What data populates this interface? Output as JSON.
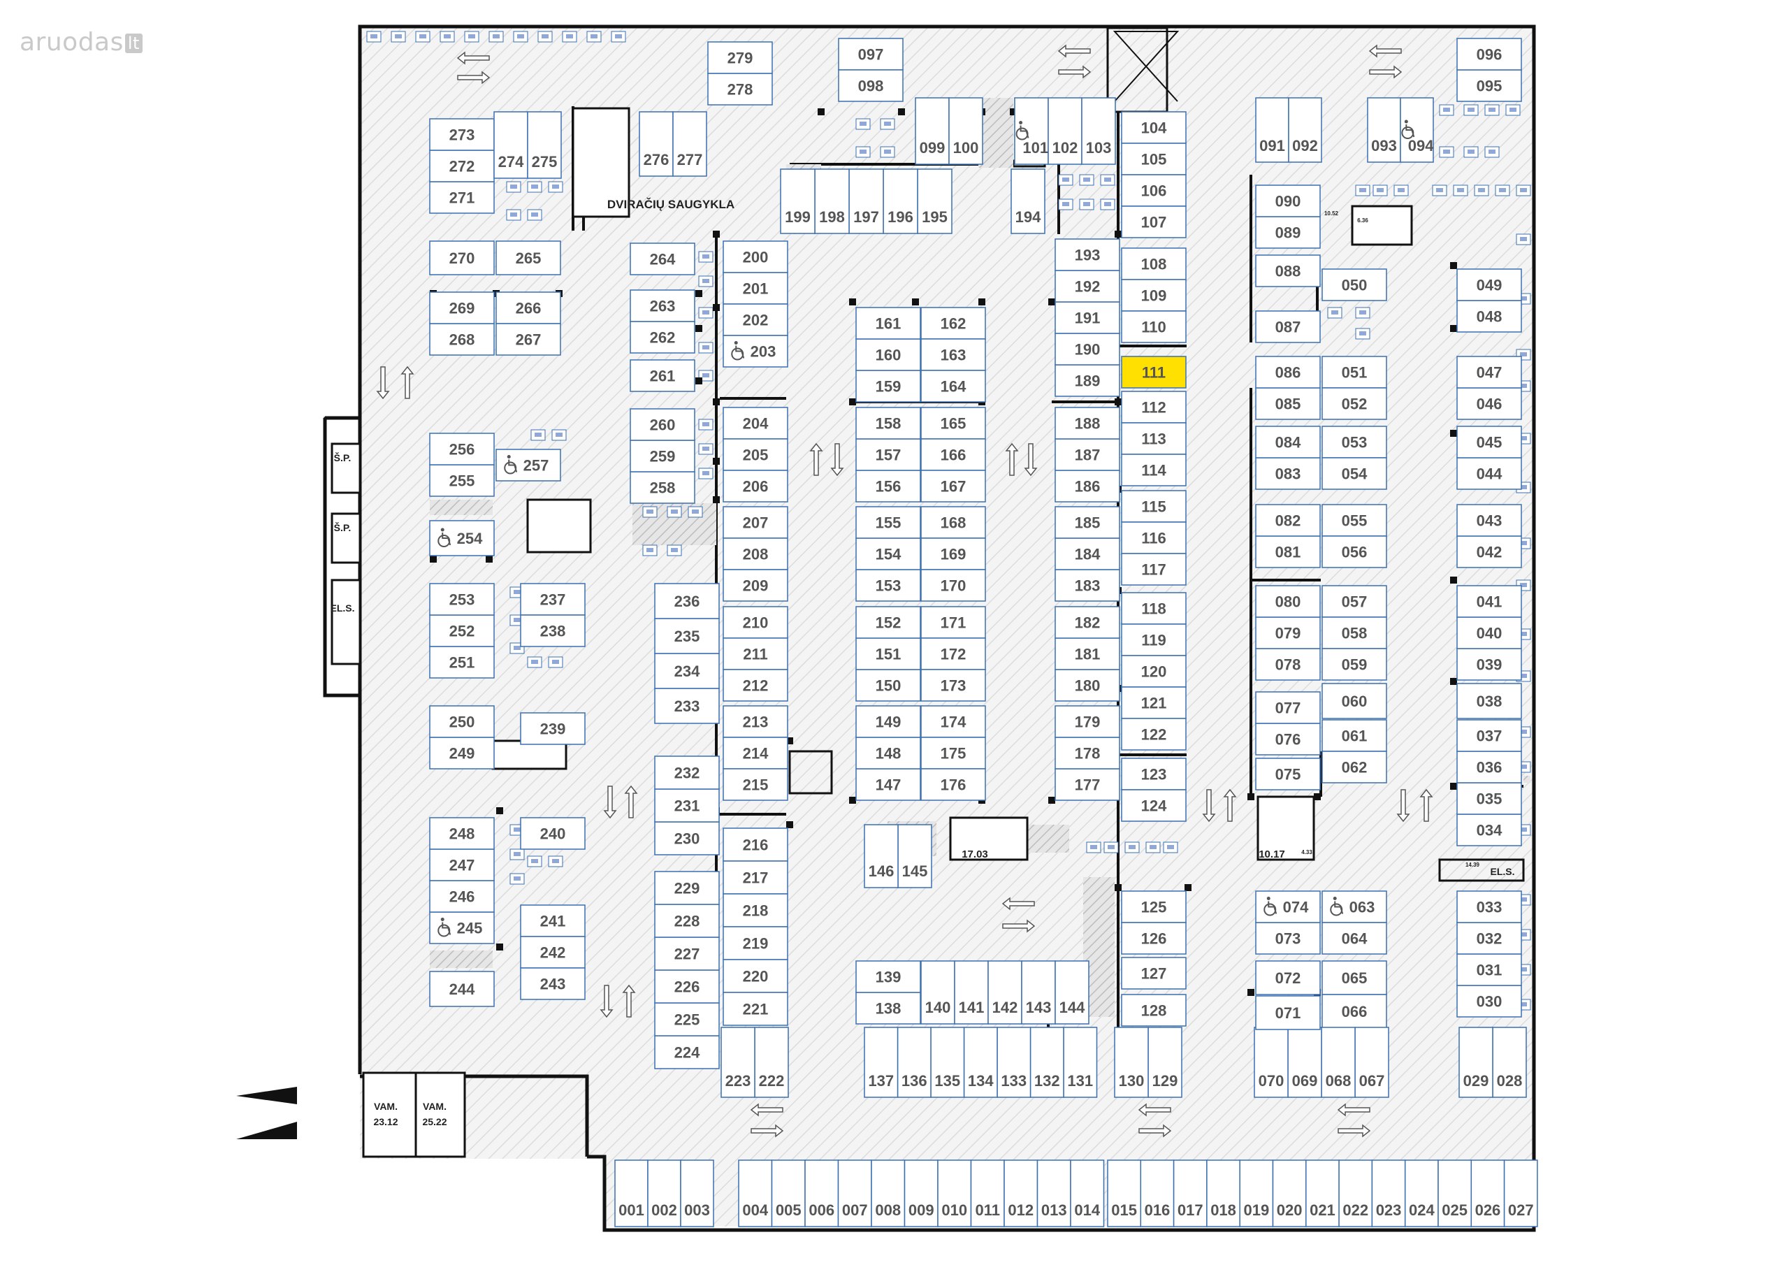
{
  "logo": {
    "text": "aruodas",
    "badge": "lt"
  },
  "colors": {
    "highlight": "#ffe000",
    "spot_border": "#3a6fb0",
    "wall": "#111111",
    "floor": "#f3f3f3"
  },
  "icons": {
    "accessible": "wheelchair-icon",
    "direction": "arrow-icon",
    "storage": "storage-box-icon"
  },
  "highlighted_spot": "111",
  "labels": {
    "bike_storage": "DVIRAČIŲ SAUGYKLA",
    "sp1": "Š.P.",
    "sp2": "Š.P.",
    "els1": "EL.S.",
    "els2": "EL.S.",
    "vam1": "VAM.",
    "vam1_val": "23.12",
    "vam2": "VAM.",
    "vam2_val": "25.22",
    "room_1703": "17.03",
    "room_1017": "10.17",
    "small_1052": "10.52",
    "small_636": "6.36",
    "small_433": "4.33",
    "small_1439": "14.39"
  },
  "spots": [
    {
      "n": "001"
    },
    {
      "n": "002"
    },
    {
      "n": "003"
    },
    {
      "n": "004"
    },
    {
      "n": "005"
    },
    {
      "n": "006"
    },
    {
      "n": "007"
    },
    {
      "n": "008"
    },
    {
      "n": "009"
    },
    {
      "n": "010"
    },
    {
      "n": "011"
    },
    {
      "n": "012"
    },
    {
      "n": "013"
    },
    {
      "n": "014"
    },
    {
      "n": "015"
    },
    {
      "n": "016"
    },
    {
      "n": "017"
    },
    {
      "n": "018"
    },
    {
      "n": "019"
    },
    {
      "n": "020"
    },
    {
      "n": "021"
    },
    {
      "n": "022"
    },
    {
      "n": "023"
    },
    {
      "n": "024"
    },
    {
      "n": "025"
    },
    {
      "n": "026"
    },
    {
      "n": "027"
    },
    {
      "n": "028"
    },
    {
      "n": "029"
    },
    {
      "n": "030"
    },
    {
      "n": "031"
    },
    {
      "n": "032"
    },
    {
      "n": "033"
    },
    {
      "n": "034"
    },
    {
      "n": "035"
    },
    {
      "n": "036"
    },
    {
      "n": "037"
    },
    {
      "n": "038"
    },
    {
      "n": "039"
    },
    {
      "n": "040"
    },
    {
      "n": "041"
    },
    {
      "n": "042"
    },
    {
      "n": "043"
    },
    {
      "n": "044"
    },
    {
      "n": "045"
    },
    {
      "n": "046"
    },
    {
      "n": "047"
    },
    {
      "n": "048"
    },
    {
      "n": "049"
    },
    {
      "n": "050"
    },
    {
      "n": "051"
    },
    {
      "n": "052"
    },
    {
      "n": "053"
    },
    {
      "n": "054"
    },
    {
      "n": "055"
    },
    {
      "n": "056"
    },
    {
      "n": "057"
    },
    {
      "n": "058"
    },
    {
      "n": "059"
    },
    {
      "n": "060"
    },
    {
      "n": "061"
    },
    {
      "n": "062"
    },
    {
      "n": "063",
      "accessible": true
    },
    {
      "n": "064"
    },
    {
      "n": "065"
    },
    {
      "n": "066"
    },
    {
      "n": "067"
    },
    {
      "n": "068"
    },
    {
      "n": "069"
    },
    {
      "n": "070"
    },
    {
      "n": "071"
    },
    {
      "n": "072"
    },
    {
      "n": "073"
    },
    {
      "n": "074",
      "accessible": true
    },
    {
      "n": "075"
    },
    {
      "n": "076"
    },
    {
      "n": "077"
    },
    {
      "n": "078"
    },
    {
      "n": "079"
    },
    {
      "n": "080"
    },
    {
      "n": "081"
    },
    {
      "n": "082"
    },
    {
      "n": "083"
    },
    {
      "n": "084"
    },
    {
      "n": "085"
    },
    {
      "n": "086"
    },
    {
      "n": "087"
    },
    {
      "n": "088"
    },
    {
      "n": "089"
    },
    {
      "n": "090"
    },
    {
      "n": "091"
    },
    {
      "n": "092"
    },
    {
      "n": "093"
    },
    {
      "n": "094",
      "accessible": true
    },
    {
      "n": "095"
    },
    {
      "n": "096"
    },
    {
      "n": "097"
    },
    {
      "n": "098"
    },
    {
      "n": "099"
    },
    {
      "n": "100"
    },
    {
      "n": "101",
      "accessible": true
    },
    {
      "n": "102"
    },
    {
      "n": "103"
    },
    {
      "n": "104"
    },
    {
      "n": "105"
    },
    {
      "n": "106"
    },
    {
      "n": "107"
    },
    {
      "n": "108"
    },
    {
      "n": "109"
    },
    {
      "n": "110"
    },
    {
      "n": "111"
    },
    {
      "n": "112"
    },
    {
      "n": "113"
    },
    {
      "n": "114"
    },
    {
      "n": "115"
    },
    {
      "n": "116"
    },
    {
      "n": "117"
    },
    {
      "n": "118"
    },
    {
      "n": "119"
    },
    {
      "n": "120"
    },
    {
      "n": "121"
    },
    {
      "n": "122"
    },
    {
      "n": "123"
    },
    {
      "n": "124"
    },
    {
      "n": "125"
    },
    {
      "n": "126"
    },
    {
      "n": "127"
    },
    {
      "n": "128"
    },
    {
      "n": "129"
    },
    {
      "n": "130"
    },
    {
      "n": "131"
    },
    {
      "n": "132"
    },
    {
      "n": "133"
    },
    {
      "n": "134"
    },
    {
      "n": "135"
    },
    {
      "n": "136"
    },
    {
      "n": "137"
    },
    {
      "n": "138"
    },
    {
      "n": "139"
    },
    {
      "n": "140"
    },
    {
      "n": "141"
    },
    {
      "n": "142"
    },
    {
      "n": "143"
    },
    {
      "n": "144"
    },
    {
      "n": "145"
    },
    {
      "n": "146"
    },
    {
      "n": "147"
    },
    {
      "n": "148"
    },
    {
      "n": "149"
    },
    {
      "n": "150"
    },
    {
      "n": "151"
    },
    {
      "n": "152"
    },
    {
      "n": "153"
    },
    {
      "n": "154"
    },
    {
      "n": "155"
    },
    {
      "n": "156"
    },
    {
      "n": "157"
    },
    {
      "n": "158"
    },
    {
      "n": "159"
    },
    {
      "n": "160"
    },
    {
      "n": "161"
    },
    {
      "n": "162"
    },
    {
      "n": "163"
    },
    {
      "n": "164"
    },
    {
      "n": "165"
    },
    {
      "n": "166"
    },
    {
      "n": "167"
    },
    {
      "n": "168"
    },
    {
      "n": "169"
    },
    {
      "n": "170"
    },
    {
      "n": "171"
    },
    {
      "n": "172"
    },
    {
      "n": "173"
    },
    {
      "n": "174"
    },
    {
      "n": "175"
    },
    {
      "n": "176"
    },
    {
      "n": "177"
    },
    {
      "n": "178"
    },
    {
      "n": "179"
    },
    {
      "n": "180"
    },
    {
      "n": "181"
    },
    {
      "n": "182"
    },
    {
      "n": "183"
    },
    {
      "n": "184"
    },
    {
      "n": "185"
    },
    {
      "n": "186"
    },
    {
      "n": "187"
    },
    {
      "n": "188"
    },
    {
      "n": "189"
    },
    {
      "n": "190"
    },
    {
      "n": "191"
    },
    {
      "n": "192"
    },
    {
      "n": "193"
    },
    {
      "n": "194"
    },
    {
      "n": "195"
    },
    {
      "n": "196"
    },
    {
      "n": "197"
    },
    {
      "n": "198"
    },
    {
      "n": "199"
    },
    {
      "n": "200"
    },
    {
      "n": "201"
    },
    {
      "n": "202"
    },
    {
      "n": "203",
      "accessible": true
    },
    {
      "n": "204"
    },
    {
      "n": "205"
    },
    {
      "n": "206"
    },
    {
      "n": "207"
    },
    {
      "n": "208"
    },
    {
      "n": "209"
    },
    {
      "n": "210"
    },
    {
      "n": "211"
    },
    {
      "n": "212"
    },
    {
      "n": "213"
    },
    {
      "n": "214"
    },
    {
      "n": "215"
    },
    {
      "n": "216"
    },
    {
      "n": "217"
    },
    {
      "n": "218"
    },
    {
      "n": "219"
    },
    {
      "n": "220"
    },
    {
      "n": "221"
    },
    {
      "n": "222"
    },
    {
      "n": "223"
    },
    {
      "n": "224"
    },
    {
      "n": "225"
    },
    {
      "n": "226"
    },
    {
      "n": "227"
    },
    {
      "n": "228"
    },
    {
      "n": "229"
    },
    {
      "n": "230"
    },
    {
      "n": "231"
    },
    {
      "n": "232"
    },
    {
      "n": "233"
    },
    {
      "n": "234"
    },
    {
      "n": "235"
    },
    {
      "n": "236"
    },
    {
      "n": "237"
    },
    {
      "n": "238"
    },
    {
      "n": "239"
    },
    {
      "n": "240"
    },
    {
      "n": "241"
    },
    {
      "n": "242"
    },
    {
      "n": "243"
    },
    {
      "n": "244"
    },
    {
      "n": "245",
      "accessible": true
    },
    {
      "n": "246"
    },
    {
      "n": "247"
    },
    {
      "n": "248"
    },
    {
      "n": "249"
    },
    {
      "n": "250"
    },
    {
      "n": "251"
    },
    {
      "n": "252"
    },
    {
      "n": "253"
    },
    {
      "n": "254",
      "accessible": true
    },
    {
      "n": "255"
    },
    {
      "n": "256"
    },
    {
      "n": "257",
      "accessible": true
    },
    {
      "n": "258"
    },
    {
      "n": "259"
    },
    {
      "n": "260"
    },
    {
      "n": "261"
    },
    {
      "n": "262"
    },
    {
      "n": "263"
    },
    {
      "n": "264"
    },
    {
      "n": "265"
    },
    {
      "n": "266"
    },
    {
      "n": "267"
    },
    {
      "n": "268"
    },
    {
      "n": "269"
    },
    {
      "n": "270"
    },
    {
      "n": "271"
    },
    {
      "n": "272"
    },
    {
      "n": "273"
    },
    {
      "n": "274"
    },
    {
      "n": "275"
    },
    {
      "n": "276"
    },
    {
      "n": "277"
    },
    {
      "n": "278"
    },
    {
      "n": "279"
    }
  ]
}
